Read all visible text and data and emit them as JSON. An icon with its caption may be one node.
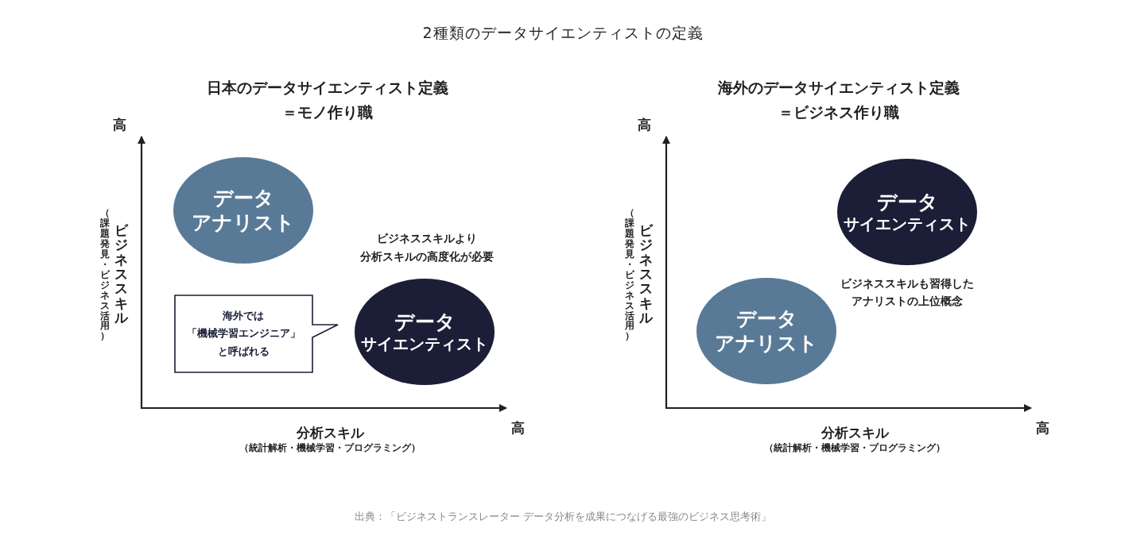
{
  "diagram": {
    "title": "2種類のデータサイエンティストの定義",
    "nodes": [
      {
        "text": [
          "データ",
          "アナリスト"
        ]
      },
      {
        "text": [
          "海外では",
          "「機械学習エンジニア」",
          "と呼ばれる"
        ]
      },
      {
        "text": [
          "データ",
          "サイエンティスト"
        ]
      },
      {
        "text": [
          "データ",
          "サイエンティスト"
        ]
      },
      {
        "text": [
          "データ",
          "アナリスト"
        ]
      }
    ],
    "labels": [
      "日本のデータサイエンティスト定義",
      "＝モノ作り職",
      "高",
      "ビジネススキル",
      "（課題発見・ビジネス活用）",
      "ビジネススキルより",
      "分析スキルの高度化が必要",
      "分析スキル",
      "（統計解析・機械学習・プログラミング）",
      "高",
      "海外のデータサイエンティスト定義",
      "＝ビジネス作り職",
      "高",
      "ビジネススキル",
      "（課題発見・ビジネス活用）",
      "ビジネススキルも習得した",
      "アナリストの上位概念",
      "分析スキル",
      "（統計解析・機械学習・プログラミング）",
      "高"
    ],
    "caption": "出典：「ビジネストランスレーター データ分析を成果につなげる最強のビジネス思考術」"
  }
}
